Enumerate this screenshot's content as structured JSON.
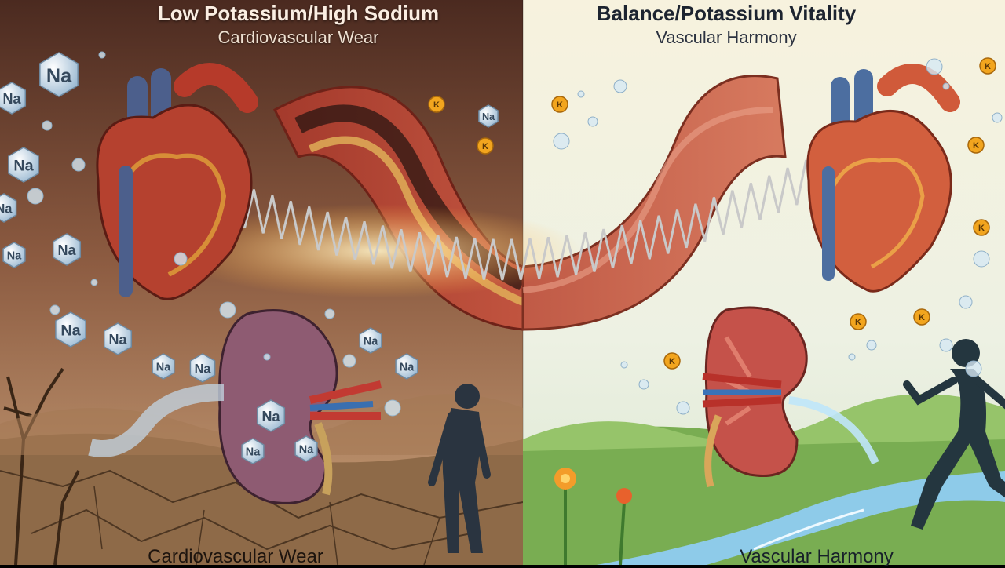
{
  "left_panel": {
    "title": "Low Potassium/High Sodium",
    "subtitle": "Cardiovascular Wear",
    "bottom_caption": "Cardiovascular Wear",
    "ion_label": "Na",
    "colors": {
      "sky_top": "#5a3426",
      "sky_bottom": "#c7946a",
      "ground": "#8a6646",
      "ion": "#c9dceb"
    }
  },
  "right_panel": {
    "title": "Balance/Potassium Vitality",
    "subtitle": "Vascular Harmony",
    "bottom_caption": "Vascular Harmony",
    "ion_label": "K",
    "colors": {
      "sky_top": "#f6f1dc",
      "sky_bottom": "#e9efe0",
      "grass": "#7fb357",
      "water": "#7fc3e8",
      "ion": "#f0a11c"
    }
  },
  "icons": {
    "heart": "heart-icon",
    "kidney": "kidney-icon",
    "artery": "artery-icon",
    "spring": "spring-coil-icon",
    "person_tired": "tired-person-icon",
    "person_running": "running-person-icon"
  }
}
